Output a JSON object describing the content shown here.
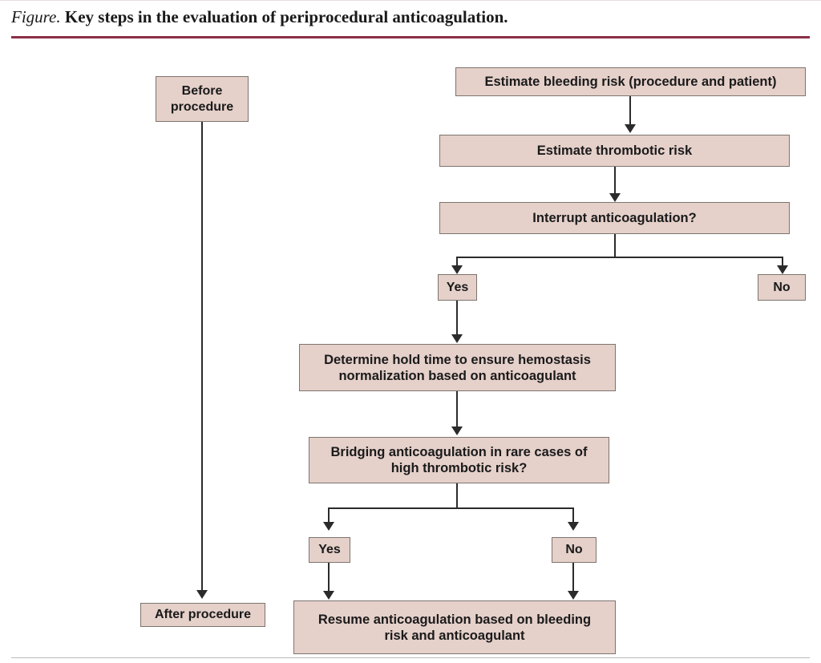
{
  "figure": {
    "label": "Figure.",
    "title": "Key steps in the evaluation of periprocedural anticoagulation.",
    "rule_color": "#8c2f47",
    "node_fill": "#e5d0ca",
    "node_border": "#7d746e",
    "connector_color": "#2b2b2b"
  },
  "chart_data": {
    "type": "flowchart",
    "title": "Key steps in the evaluation of periprocedural anticoagulation.",
    "nodes": [
      {
        "id": "before-procedure",
        "label": "Before\nprocedure",
        "kind": "phase"
      },
      {
        "id": "after-procedure",
        "label": "After procedure",
        "kind": "phase"
      },
      {
        "id": "estimate-bleeding-risk",
        "label": "Estimate bleeding risk (procedure and patient)",
        "kind": "step"
      },
      {
        "id": "estimate-thrombotic-risk",
        "label": "Estimate thrombotic risk",
        "kind": "step"
      },
      {
        "id": "interrupt-anticoagulation",
        "label": "Interrupt anticoagulation?",
        "kind": "decision"
      },
      {
        "id": "interrupt-yes",
        "label": "Yes",
        "kind": "branch"
      },
      {
        "id": "interrupt-no",
        "label": "No",
        "kind": "branch"
      },
      {
        "id": "determine-hold-time",
        "label": "Determine hold time to ensure hemostasis normalization based on anticoagulant",
        "kind": "step"
      },
      {
        "id": "bridging-anticoagulation",
        "label": "Bridging anticoagulation in rare cases of high thrombotic risk?",
        "kind": "decision"
      },
      {
        "id": "bridging-yes",
        "label": "Yes",
        "kind": "branch"
      },
      {
        "id": "bridging-no",
        "label": "No",
        "kind": "branch"
      },
      {
        "id": "resume-anticoagulation",
        "label": "Resume anticoagulation based on bleeding risk and anticoagulant",
        "kind": "step"
      }
    ],
    "edges": [
      {
        "from": "before-procedure",
        "to": "after-procedure"
      },
      {
        "from": "estimate-bleeding-risk",
        "to": "estimate-thrombotic-risk"
      },
      {
        "from": "estimate-thrombotic-risk",
        "to": "interrupt-anticoagulation"
      },
      {
        "from": "interrupt-anticoagulation",
        "to": "interrupt-yes",
        "label": "Yes"
      },
      {
        "from": "interrupt-anticoagulation",
        "to": "interrupt-no",
        "label": "No"
      },
      {
        "from": "interrupt-yes",
        "to": "determine-hold-time"
      },
      {
        "from": "determine-hold-time",
        "to": "bridging-anticoagulation"
      },
      {
        "from": "bridging-anticoagulation",
        "to": "bridging-yes",
        "label": "Yes"
      },
      {
        "from": "bridging-anticoagulation",
        "to": "bridging-no",
        "label": "No"
      },
      {
        "from": "bridging-yes",
        "to": "resume-anticoagulation"
      },
      {
        "from": "bridging-no",
        "to": "resume-anticoagulation"
      }
    ]
  },
  "nodes": {
    "before_procedure_line1": "Before",
    "before_procedure_line2": "procedure",
    "after_procedure": "After procedure",
    "estimate_bleeding_risk": "Estimate bleeding risk (procedure and patient)",
    "estimate_thrombotic_risk": "Estimate thrombotic risk",
    "interrupt_anticoagulation": "Interrupt anticoagulation?",
    "interrupt_yes": "Yes",
    "interrupt_no": "No",
    "determine_hold_time_line1": "Determine hold time to ensure hemostasis",
    "determine_hold_time_line2": "normalization based on anticoagulant",
    "bridging_line1": "Bridging anticoagulation in rare cases of",
    "bridging_line2": "high thrombotic risk?",
    "bridging_yes": "Yes",
    "bridging_no": "No",
    "resume_line1": "Resume anticoagulation based on bleeding",
    "resume_line2": "risk and anticoagulant"
  }
}
